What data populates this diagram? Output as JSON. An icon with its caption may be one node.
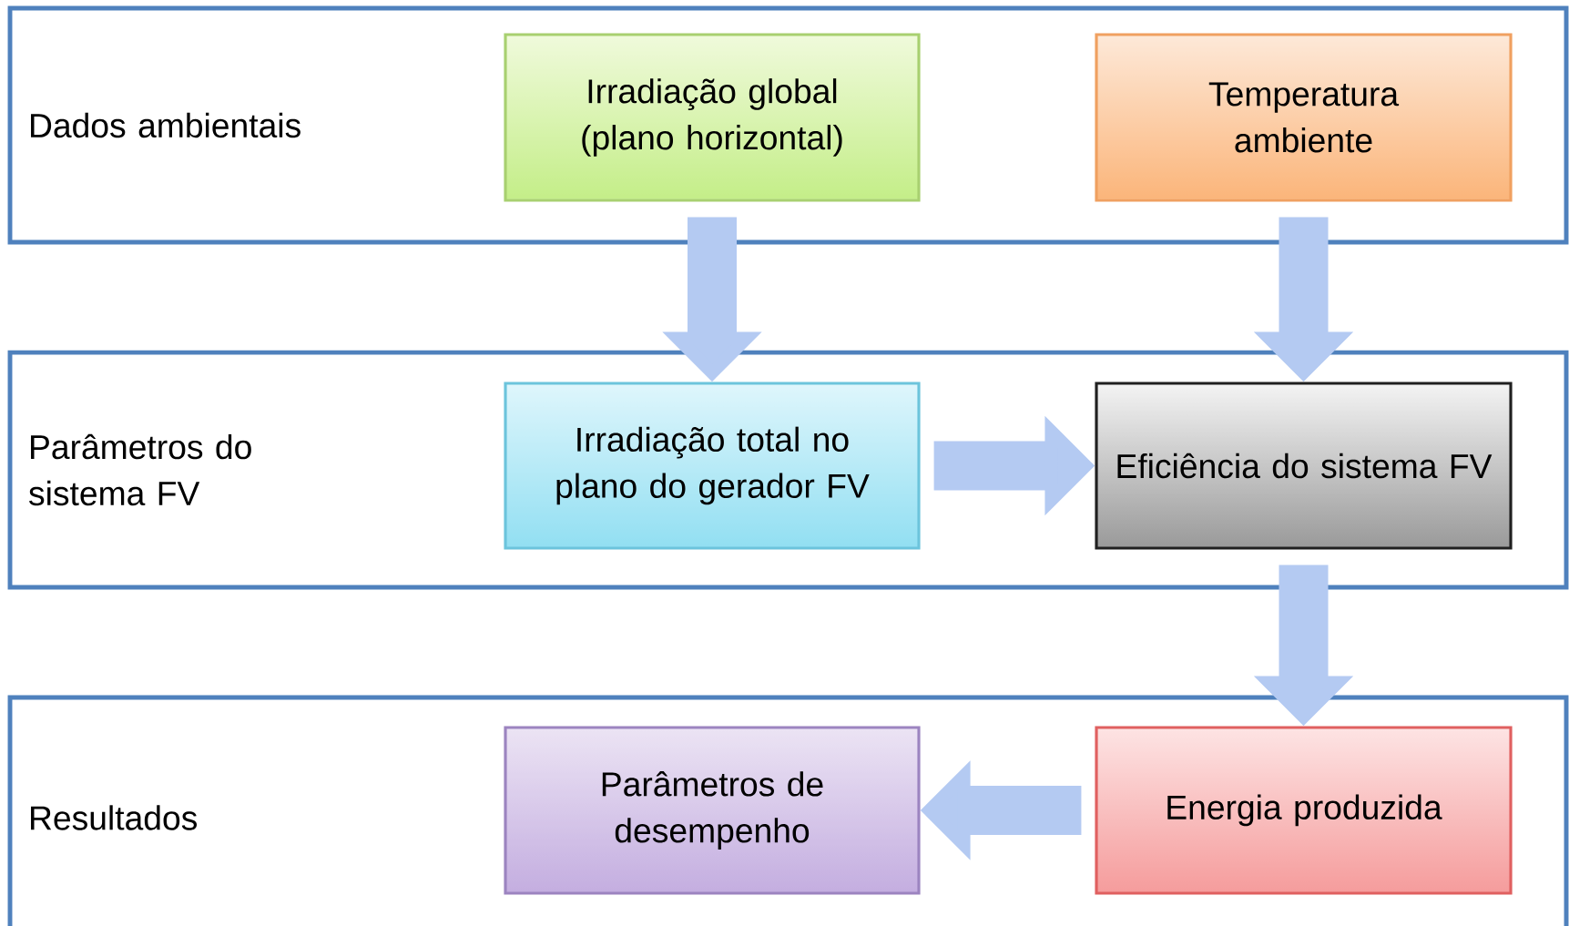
{
  "diagram": {
    "nodes": [
      {
        "text": [
          "Dados ambientais"
        ]
      },
      {
        "text": [
          "Irradiação global (plano horizontal)"
        ],
        "in": 0
      },
      {
        "text": [
          "Temperatura ambiente"
        ],
        "in": 0
      },
      {
        "text": [
          "Parâmetros do sistema FV"
        ]
      },
      {
        "text": [
          "Irradiação total no plano do gerador FV"
        ],
        "in": 3
      },
      {
        "text": [
          "Eficiência do sistema FV"
        ],
        "in": 3
      },
      {
        "text": [
          "Resultados"
        ]
      },
      {
        "text": [
          "Parâmetros de desempenho"
        ],
        "in": 6
      },
      {
        "text": [
          "Energia produzida"
        ],
        "in": 6
      }
    ],
    "edges": [
      {
        "from": 1,
        "to": 4,
        "arrow": "to"
      },
      {
        "from": 2,
        "to": 5,
        "arrow": "to"
      },
      {
        "from": 4,
        "to": 5,
        "arrow": "to"
      },
      {
        "from": 5,
        "to": 8,
        "arrow": "to"
      },
      {
        "from": 8,
        "to": 7,
        "arrow": "to"
      }
    ]
  }
}
